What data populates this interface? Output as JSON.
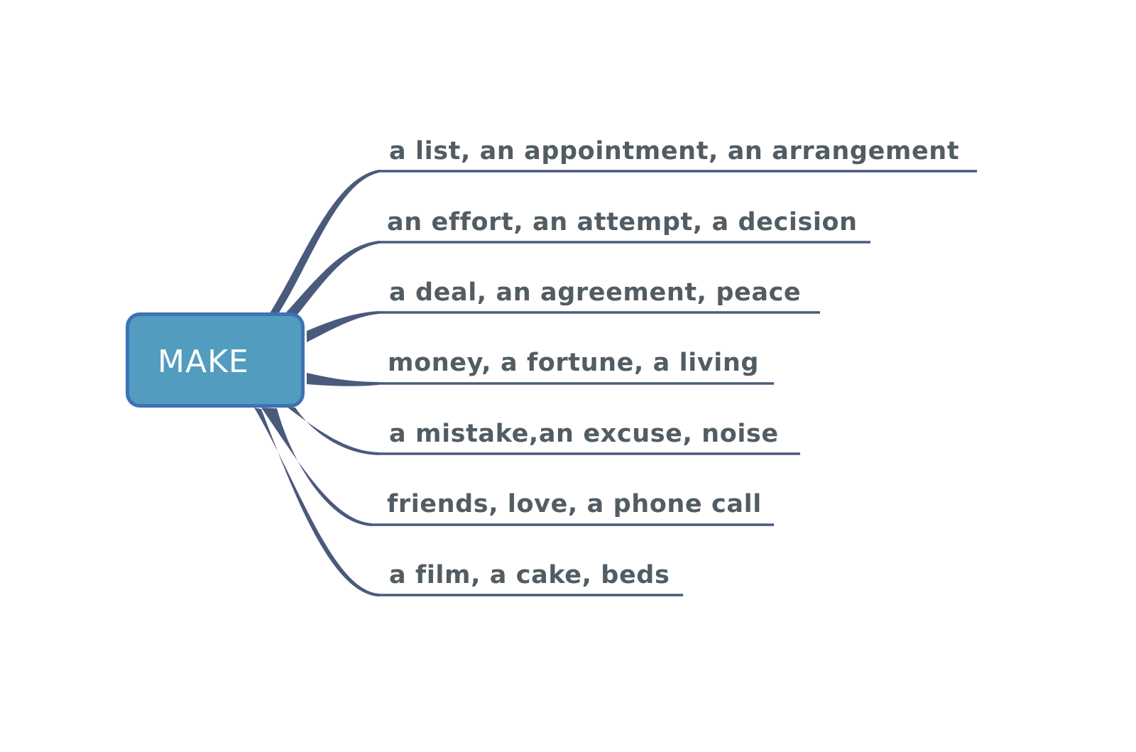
{
  "central_topic": {
    "label": "MAKE",
    "fill_color": "#529cbf",
    "border_color": "#3d72b4",
    "text_color": "#ffffff"
  },
  "branch_color": "#4a5a7c",
  "topic_text_color": "#525c63",
  "subtopics": [
    {
      "label": "a list, an appointment, an arrangement"
    },
    {
      "label": "an effort, an attempt, a decision"
    },
    {
      "label": "a deal, an agreement, peace"
    },
    {
      "label": "money, a fortune, a living"
    },
    {
      "label": "a mistake,an excuse, noise"
    },
    {
      "label": "friends, love, a phone call"
    },
    {
      "label": "a film, a cake, beds"
    }
  ]
}
